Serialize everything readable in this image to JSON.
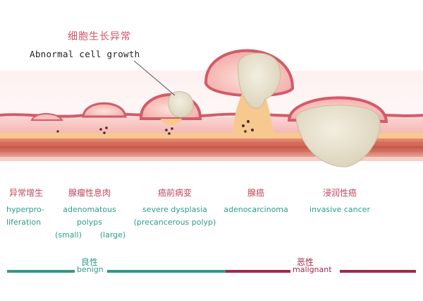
{
  "callout": {
    "title_cn": "细胞生长异常",
    "title_en": "Abnormal cell growth"
  },
  "stages": [
    {
      "cn": "异常增生",
      "en_lines": [
        "hyperpro-",
        "liferation"
      ]
    },
    {
      "cn": "腺瘤性息肉",
      "en_lines": [
        "adenomatous",
        "polyps"
      ],
      "sub": [
        "(small)",
        "(large)"
      ]
    },
    {
      "cn": "癌前病变",
      "en_lines": [
        "severe dysplasia",
        "(precancerous polyp)"
      ]
    },
    {
      "cn": "腺癌",
      "en_lines": [
        "adenocarcinoma"
      ]
    },
    {
      "cn": "浸润性癌",
      "en_lines": [
        "invasive cancer"
      ]
    }
  ],
  "scale": {
    "benign_cn": "良性",
    "benign_en": "benign",
    "malignant_cn": "恶性",
    "malignant_en": "malignant"
  },
  "colors": {
    "benign": "#2e9b8a",
    "malignant": "#a3294a",
    "label_cn": "#c2455a",
    "label_en": "#2e9b8a",
    "tissue_pink": "#f4b7b7",
    "tissue_red": "#d45a6a",
    "muscle": "#d36b5b",
    "tumor": "#e8e0cc"
  }
}
